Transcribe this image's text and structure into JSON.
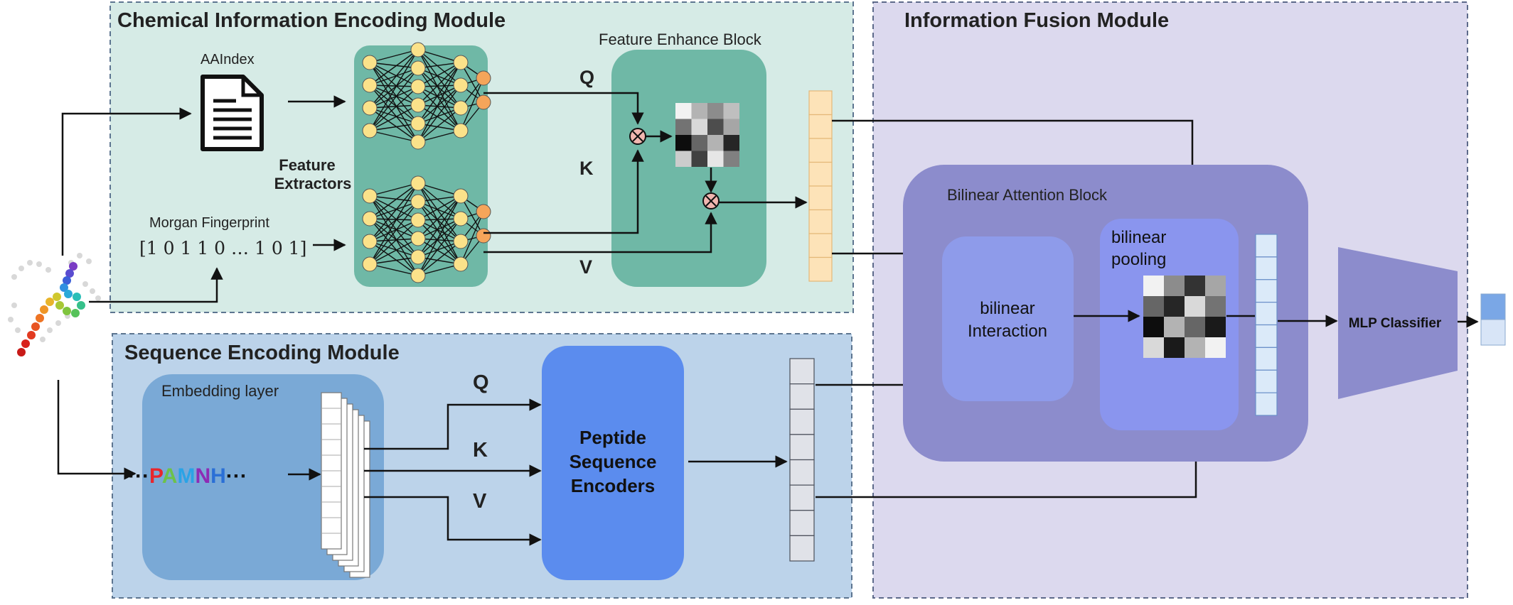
{
  "modules": {
    "chemical": {
      "title": "Chemical Information Encoding Module",
      "aaindex": "AAIndex",
      "feature_extractors_1": "Feature",
      "feature_extractors_2": "Extractors",
      "morgan": "Morgan Fingerprint",
      "fingerprint": "[1 0 1 1 0 … 1 0 1]",
      "feature_enhance": "Feature Enhance Block",
      "q": "Q",
      "k": "K",
      "v": "V"
    },
    "sequence": {
      "title": "Sequence Encoding Module",
      "embedding": "Embedding layer",
      "dots_left": "···",
      "letters": [
        "P",
        "A",
        "M",
        "N",
        "H"
      ],
      "dots_right": "···",
      "q": "Q",
      "k": "K",
      "v": "V",
      "encoder_1": "Peptide",
      "encoder_2": "Sequence",
      "encoder_3": "Encoders"
    },
    "fusion": {
      "title": "Information Fusion Module",
      "bilinear_attention": "Bilinear Attention Block",
      "interaction_1": "bilinear",
      "interaction_2": "Interaction",
      "pooling_1": "bilinear",
      "pooling_2": "pooling",
      "mlp": "MLP Classifier"
    }
  },
  "colors": {
    "chem_bg": "#d6ebe6",
    "seq_bg": "#bcd3ea",
    "fusion_bg": "#dcd9ee",
    "nn_box": "#6fb8a6",
    "enhance_box": "#6fb8a6",
    "embed_box": "#7aa9d6",
    "encoder_box": "#5b8cee",
    "bab": "#8c8ccc",
    "interaction": "#8e9bea",
    "pooling": "#8a95ee",
    "mlp": "#8c8ccc",
    "letters": [
      "#e8262c",
      "#6cc24a",
      "#2aa3e6",
      "#8e2bb5",
      "#2a6fd6"
    ]
  }
}
